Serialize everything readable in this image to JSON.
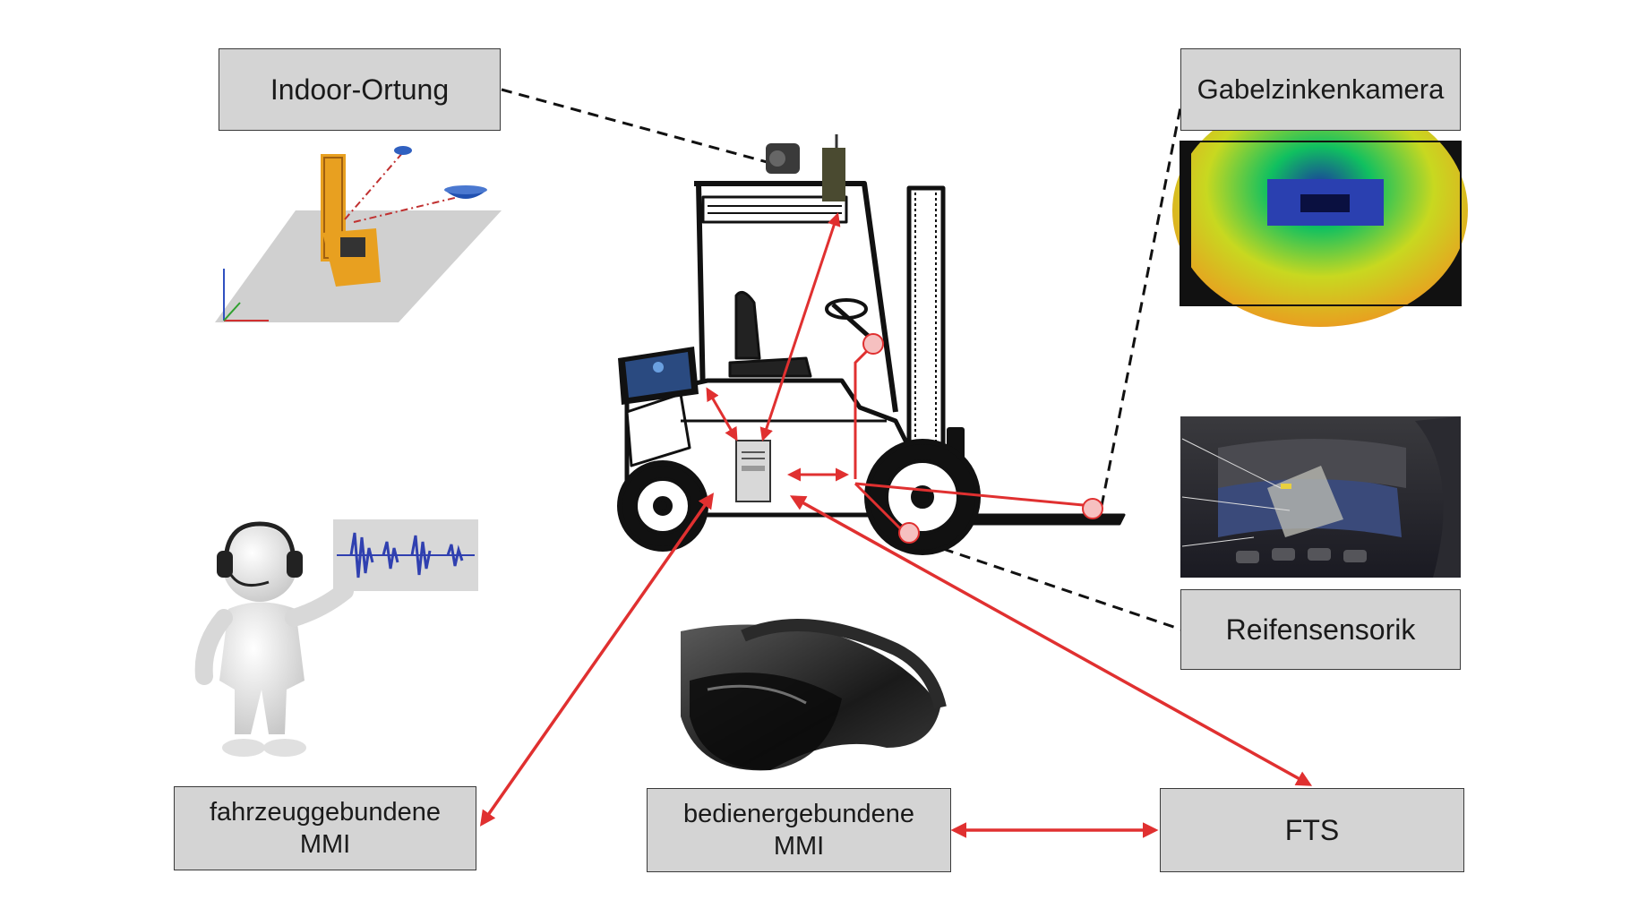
{
  "diagram": {
    "boxes": {
      "indoor_ortung": "Indoor-Ortung",
      "gabelzinkenkamera": "Gabelzinkenkamera",
      "reifensensorik": "Reifensensorik",
      "fahrzeuggebundene_mmi": [
        "fahrzeuggebundene",
        "MMI"
      ],
      "bedienergebundene_mmi": [
        "bedienergebundene",
        "MMI"
      ],
      "fts": "FTS"
    },
    "icons": {
      "central_unit": "pc-tower-icon",
      "forklift": "forklift-icon",
      "tablet": "tablet-icon",
      "headset_person": "person-with-headset-icon",
      "waveform": "audio-waveform-icon",
      "ar_glasses": "ar-headset-icon",
      "camera_view": "depth-camera-image",
      "tire": "tire-sensor-image",
      "localization": "indoor-localization-image"
    },
    "colors": {
      "box_fill": "#d4d4d4",
      "arrow": "#e03030",
      "dashed": "#111111",
      "sensor_dot": "#f6c0c0"
    }
  }
}
